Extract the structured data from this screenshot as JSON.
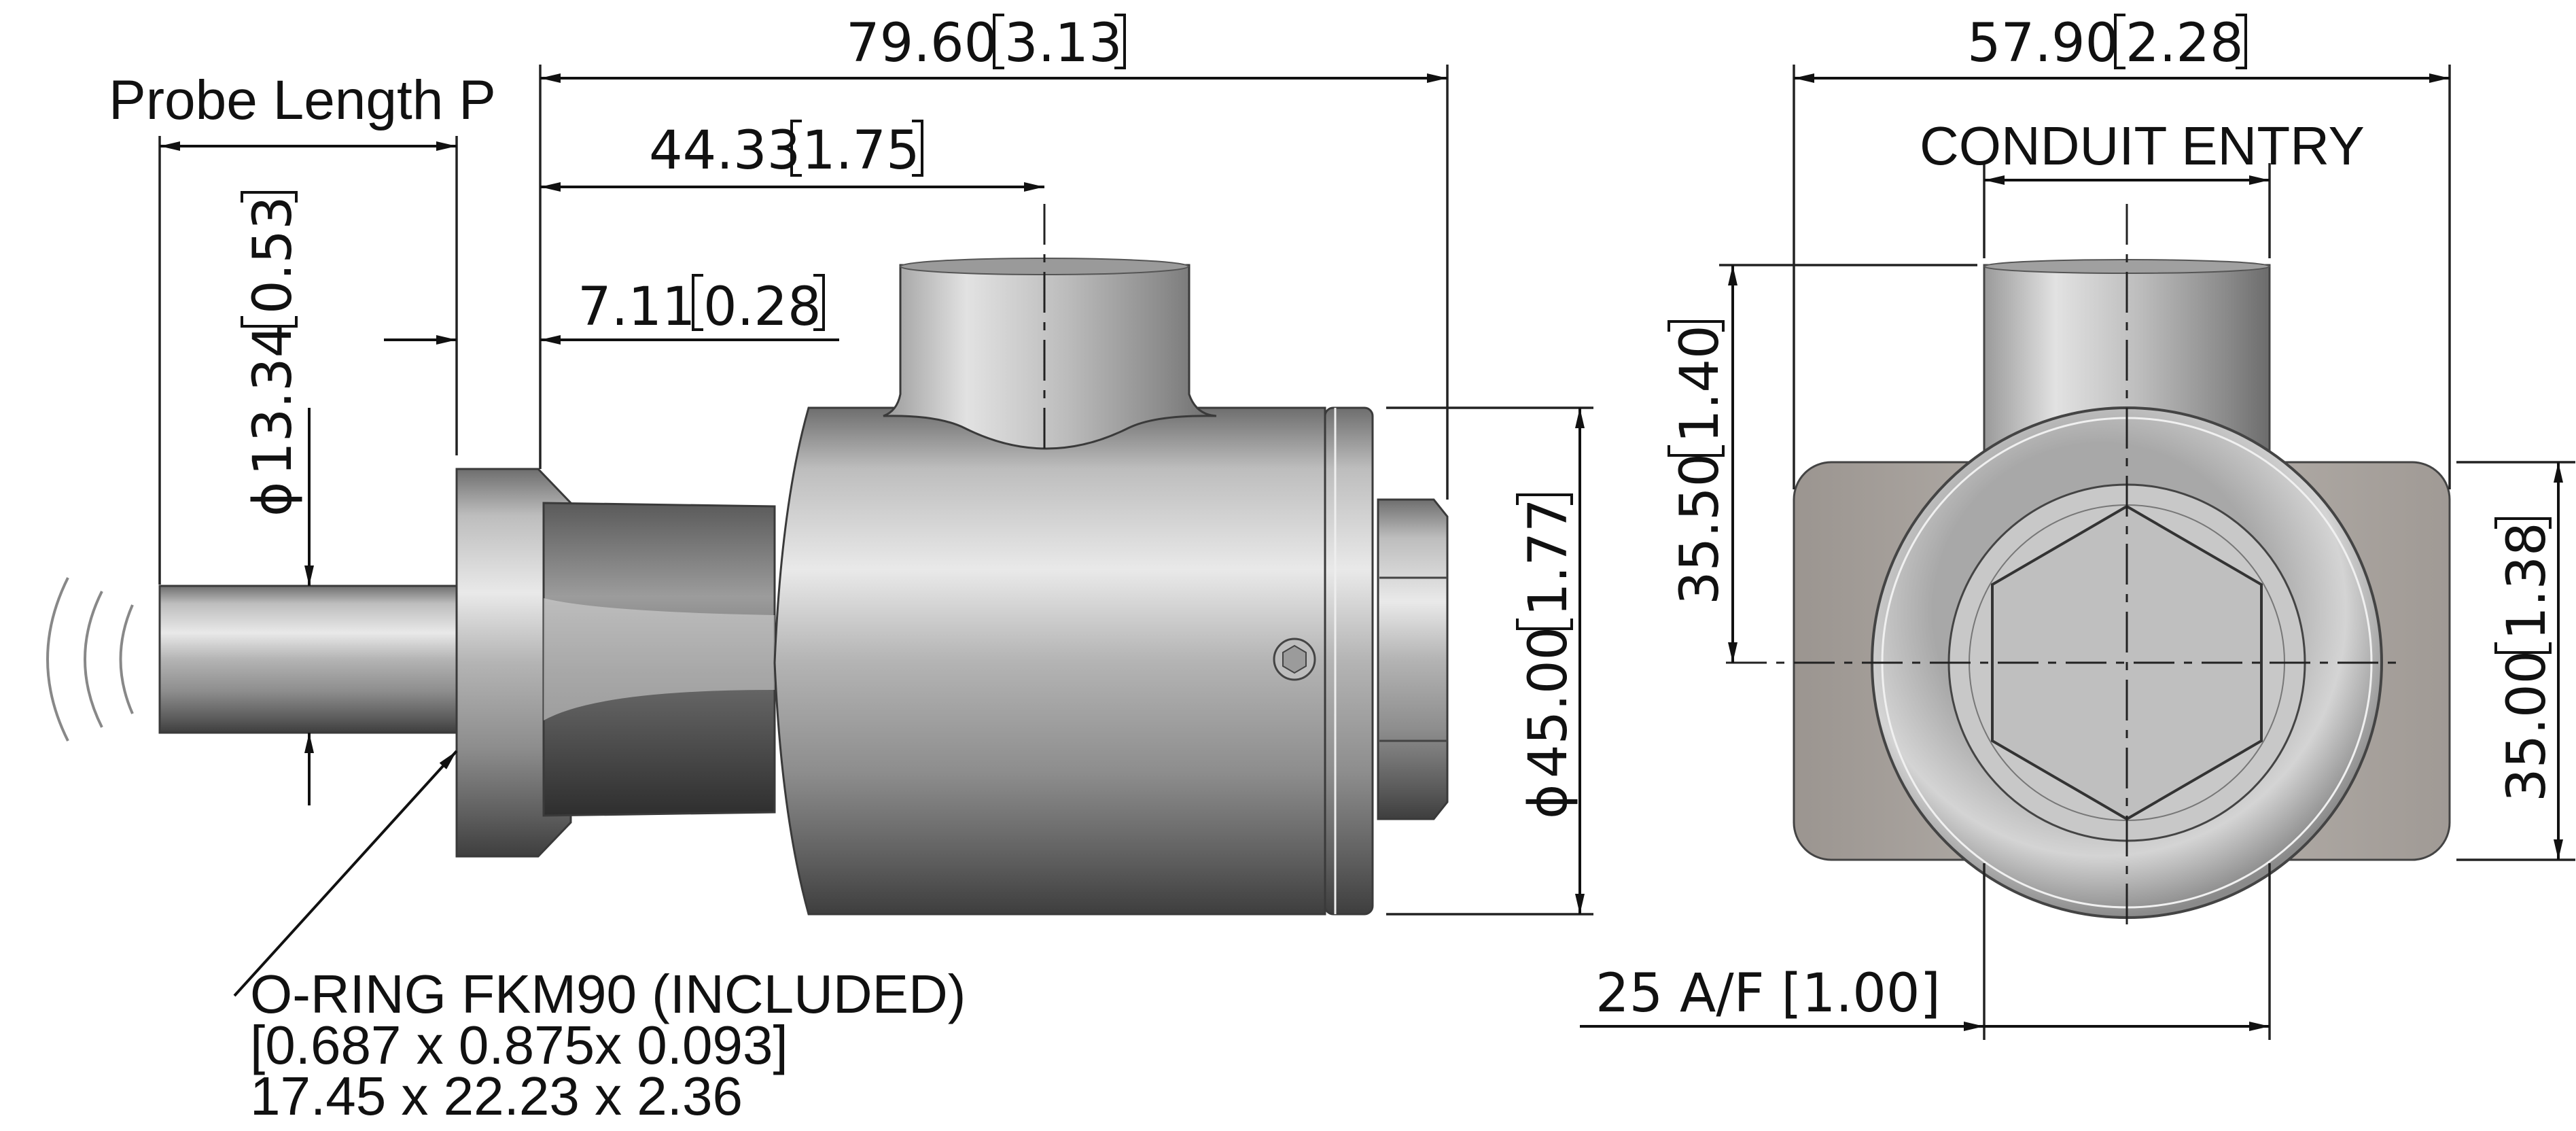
{
  "probe_length": {
    "label": "Probe Length P"
  },
  "side_view": {
    "overall_length": {
      "mm": "79.60",
      "inch": "3.13"
    },
    "conduit_offset": {
      "mm": "44.33",
      "inch": "1.75"
    },
    "flange_thickness": {
      "mm": "7.11",
      "inch": "0.28"
    },
    "probe_diameter": {
      "symbol": "ϕ",
      "mm": "13.34",
      "inch": "0.53"
    },
    "body_diameter": {
      "symbol": "ϕ",
      "mm": "45.00",
      "inch": "1.77"
    }
  },
  "end_view": {
    "overall_width": {
      "mm": "57.90",
      "inch": "2.28"
    },
    "conduit_entry_label": "CONDUIT ENTRY",
    "height_to_conduit": {
      "mm": "35.50",
      "inch": "1.40"
    },
    "base_height": {
      "mm": "35.00",
      "inch": "1.38"
    },
    "across_flats": "25 A/F [1.00]"
  },
  "oring_note": {
    "line1": "O-RING FKM90 (INCLUDED)",
    "line2": "[0.687 x 0.875x 0.093]",
    "line3": "17.45 x 22.23 x 2.36"
  }
}
